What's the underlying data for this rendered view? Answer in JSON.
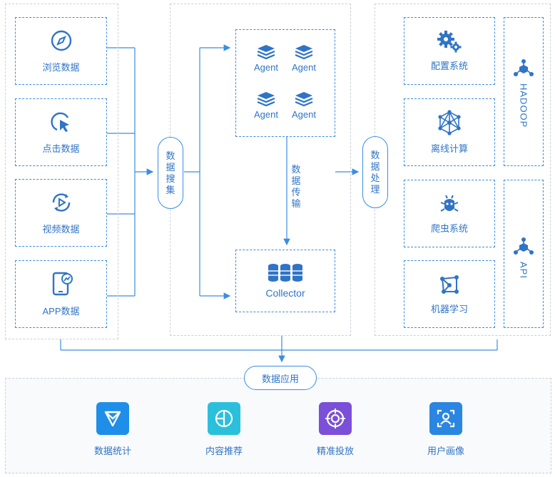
{
  "sources": [
    {
      "label": "浏览数据",
      "icon": "compass-icon"
    },
    {
      "label": "点击数据",
      "icon": "cursor-click-icon"
    },
    {
      "label": "视频数据",
      "icon": "video-play-icon"
    },
    {
      "label": "APP数据",
      "icon": "phone-chart-icon"
    }
  ],
  "collect": {
    "label": "数据搜集"
  },
  "agents": [
    "Agent",
    "Agent",
    "Agent",
    "Agent"
  ],
  "transfer": {
    "label": "数据传输"
  },
  "collector": {
    "label": "Collector"
  },
  "process": {
    "label": "数据处理"
  },
  "systems": [
    {
      "label": "配置系统",
      "icon": "gears-icon"
    },
    {
      "label": "离线计算",
      "icon": "network-icon"
    },
    {
      "label": "爬虫系统",
      "icon": "bug-icon"
    },
    {
      "label": "机器学习",
      "icon": "ml-icon"
    }
  ],
  "platforms": [
    {
      "label": "HADOOP",
      "icon": "cluster-icon"
    },
    {
      "label": "API",
      "icon": "cluster-icon"
    }
  ],
  "application": {
    "label": "数据应用"
  },
  "apps": [
    {
      "label": "数据统计",
      "icon": "funnel-icon",
      "color": "#1f8ee8"
    },
    {
      "label": "内容推荐",
      "icon": "recommend-icon",
      "color": "#2ac0dc"
    },
    {
      "label": "精准投放",
      "icon": "target-icon",
      "color": "#7b4fd8"
    },
    {
      "label": "用户画像",
      "icon": "portrait-icon",
      "color": "#2a86e0"
    }
  ],
  "colors": {
    "primary": "#3a8ee0",
    "text": "#2f74c6",
    "border": "#c9d1da"
  }
}
